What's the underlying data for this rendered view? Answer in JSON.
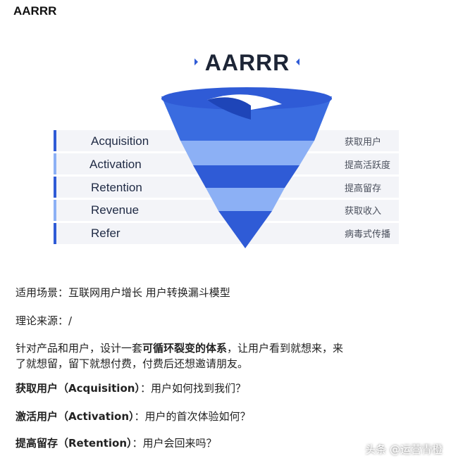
{
  "heading": "AARRR",
  "diagram": {
    "title": "AARRR",
    "rows": [
      {
        "label": "Acquisition",
        "cn": "获取用户"
      },
      {
        "label": "Activation",
        "cn": "提高活跃度"
      },
      {
        "label": "Retention",
        "cn": "提高留存"
      },
      {
        "label": "Revenue",
        "cn": "获取收入"
      },
      {
        "label": "Refer",
        "cn": "病毒式传播"
      }
    ]
  },
  "text": {
    "scene": "适用场景：互联网用户增长  用户转换漏斗模型",
    "source": "理论来源：/",
    "desc_a": "针对产品和用户，设计一套",
    "desc_bold": "可循环裂变的体系",
    "desc_b": "，让用户看到就想来，来",
    "desc_c": "了就想留，留下就想付费，付费后还想邀请朋友。",
    "q1_bold": "获取用户（Acquisition）",
    "q1_rest": "：用户如何找到我们？",
    "q2_bold": "激活用户（Activation）",
    "q2_rest": "：用户的首次体验如何？",
    "q3_bold": "提高留存（Retention）",
    "q3_rest": "：用户会回来吗？"
  },
  "watermark": "头条 @运营青橙",
  "colors": {
    "funnel_dark": "#2f5bd6",
    "funnel_light": "#8cb0f5",
    "row_bg": "#f3f4f8",
    "row_accent": "#2f5bd6"
  }
}
